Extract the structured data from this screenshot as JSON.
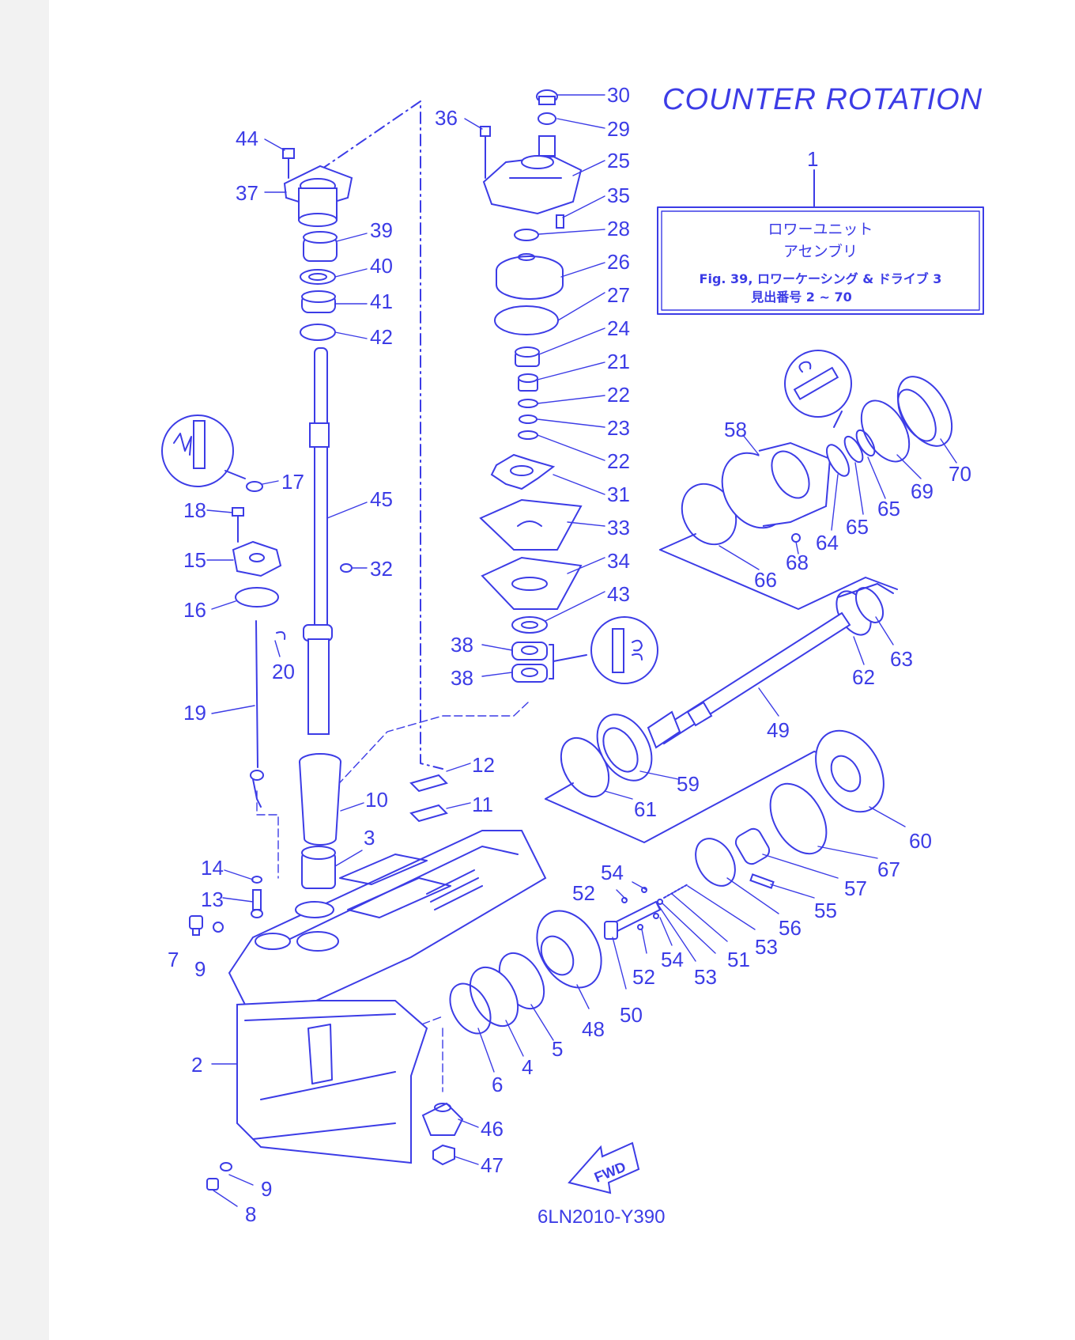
{
  "title": "COUNTER ROTATION",
  "assembly_box": {
    "ref": "1",
    "line1": "ロワーユニット",
    "line2": "アセンブリ",
    "line3": "Fig. 39, ロワーケーシング & ドライブ 3",
    "line4": "見出番号 2 ~ 70"
  },
  "fwd_label": "FWD",
  "drawing_code": "6LN2010-Y390",
  "callouts": {
    "c30": "30",
    "c29": "29",
    "c36": "36",
    "c25": "25",
    "c35": "35",
    "c28": "28",
    "c26": "26",
    "c27": "27",
    "c24": "24",
    "c21": "21",
    "c22a": "22",
    "c23": "23",
    "c22b": "22",
    "c31": "31",
    "c33": "33",
    "c34": "34",
    "c43": "43",
    "c38a": "38",
    "c38b": "38",
    "c12": "12",
    "c11": "11",
    "c10": "10",
    "c3": "3",
    "c44": "44",
    "c37": "37",
    "c39": "39",
    "c40": "40",
    "c41": "41",
    "c42": "42",
    "c45": "45",
    "c32": "32",
    "c17": "17",
    "c18": "18",
    "c15": "15",
    "c16": "16",
    "c20": "20",
    "c19": "19",
    "c14": "14",
    "c13": "13",
    "c7": "7",
    "c9a": "9",
    "c2": "2",
    "c9b": "9",
    "c8": "8",
    "c58": "58",
    "c70": "70",
    "c69": "69",
    "c65a": "65",
    "c65b": "65",
    "c64": "64",
    "c68": "68",
    "c66": "66",
    "c63": "63",
    "c62": "62",
    "c49": "49",
    "c59": "59",
    "c61": "61",
    "c60": "60",
    "c67": "67",
    "c57": "57",
    "c55": "55",
    "c56": "56",
    "c54a": "54",
    "c52a": "52",
    "c53a": "53",
    "c51": "51",
    "c54b": "54",
    "c52b": "52",
    "c53b": "53",
    "c50": "50",
    "c48": "48",
    "c5": "5",
    "c4": "4",
    "c6": "6",
    "c46": "46",
    "c47": "47"
  }
}
